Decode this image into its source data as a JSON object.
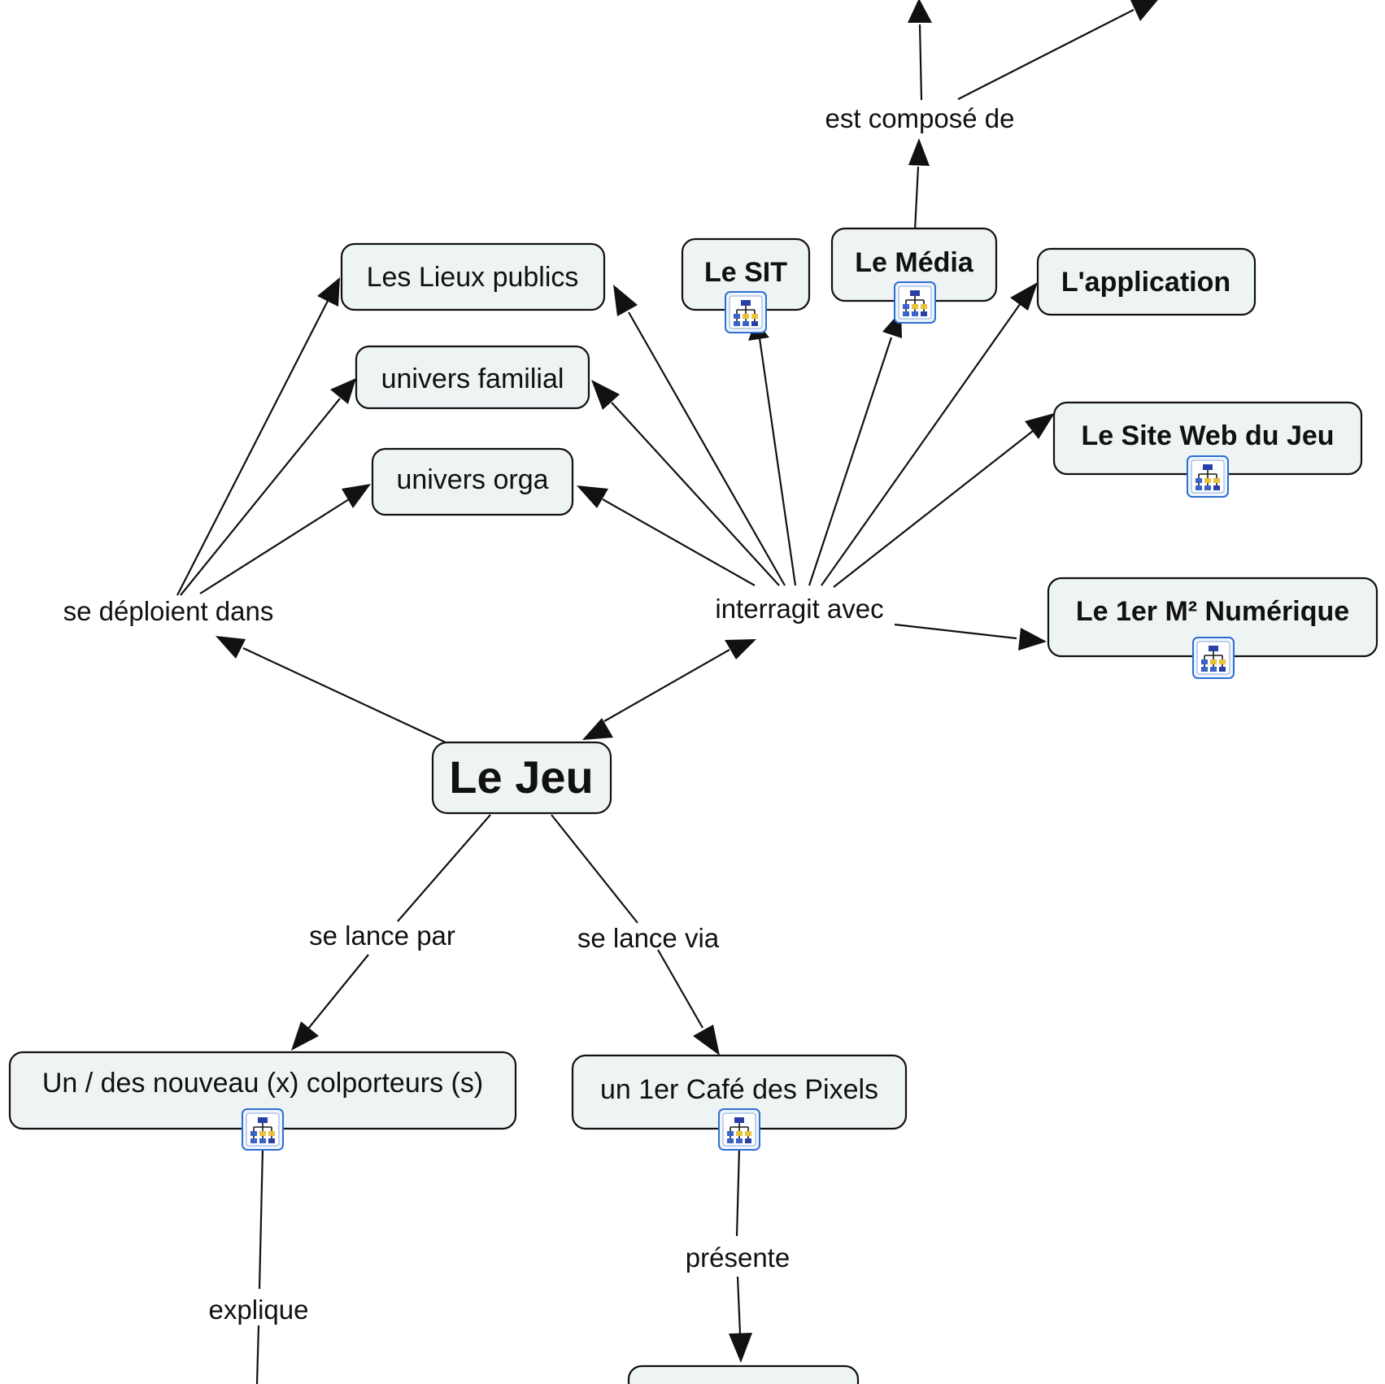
{
  "concepts": {
    "le_jeu": "Le Jeu",
    "lieux_publics": "Les Lieux publics",
    "univers_familial": "univers familial",
    "univers_orga": "univers orga",
    "le_sit": "Le SIT",
    "le_media": "Le Média",
    "application": "L'application",
    "site_web": "Le Site Web du Jeu",
    "m2_numerique": "Le 1er M² Numérique",
    "colporteurs": "Un / des nouveau (x) colporteurs (s)",
    "cafe_pixels": "un 1er Café des Pixels"
  },
  "links": {
    "se_deploient": "se déploient dans",
    "interragit": "interragit avec",
    "est_compose": "est composé de",
    "se_lance_par": "se lance par",
    "se_lance_via": "se lance via",
    "explique": "explique",
    "presente": "présente"
  },
  "icons": {
    "submap": "concept-map-icon"
  }
}
